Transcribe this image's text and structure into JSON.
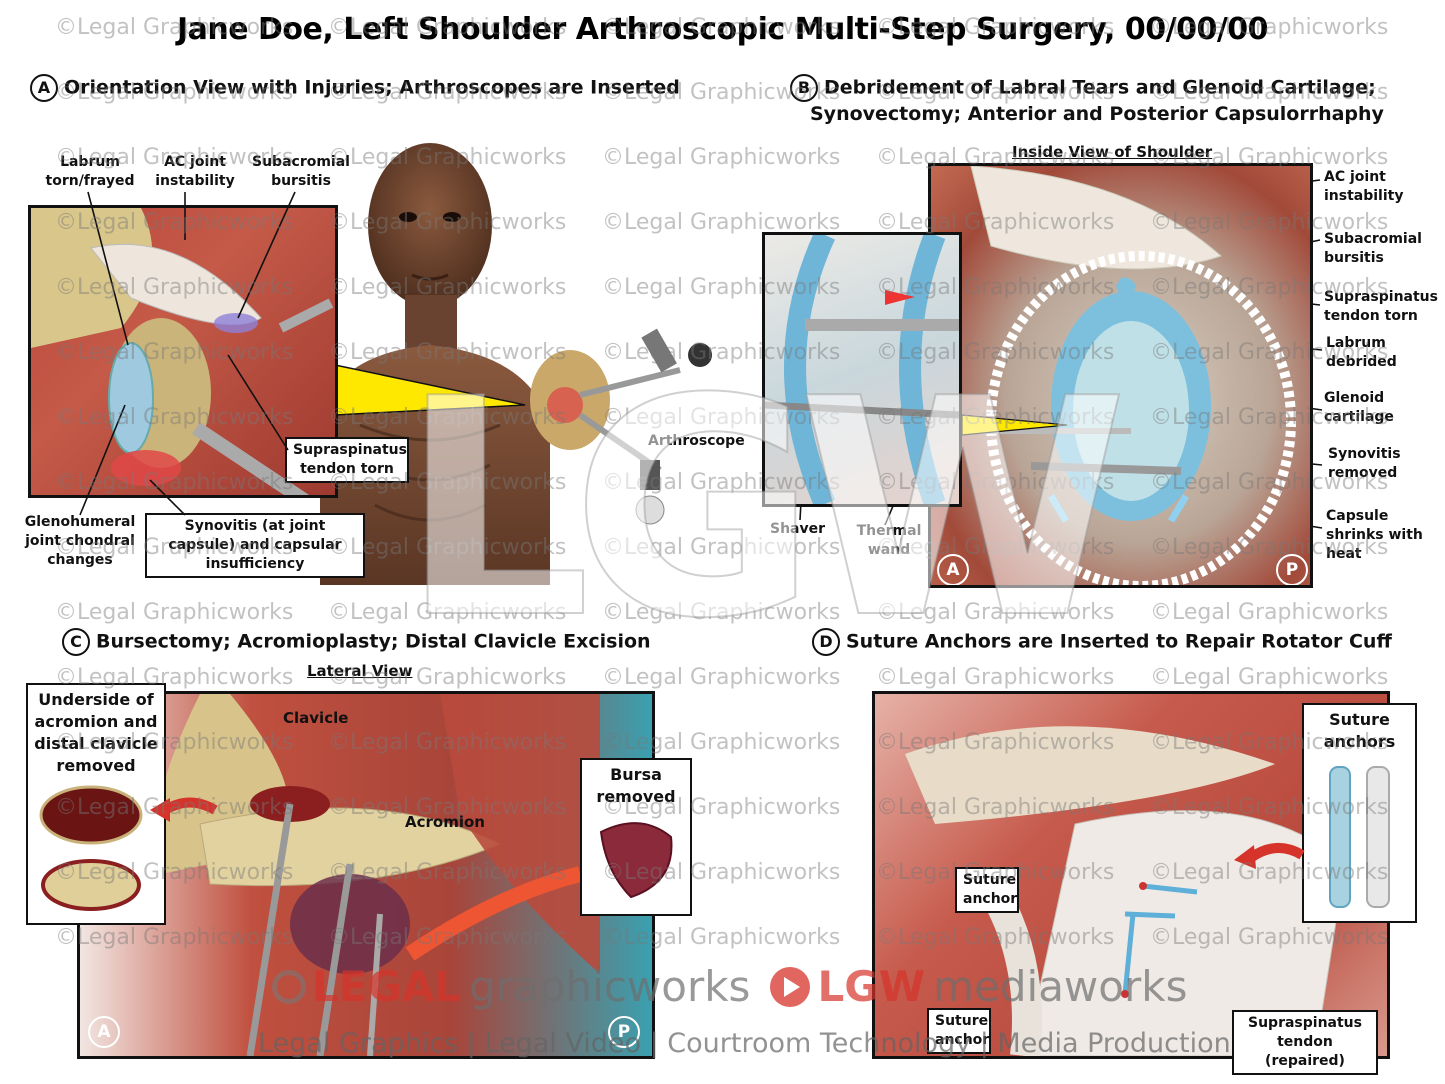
{
  "title": "Jane Doe, Left Shoulder Arthroscopic Multi-Step Surgery, 00/00/00",
  "watermark": "©Legal Graphicworks",
  "panels": {
    "a": {
      "letter": "A",
      "heading": "Orientation View with Injuries; Arthroscopes are Inserted",
      "labels": {
        "labrum": "Labrum torn/frayed",
        "ac": "AC joint instability",
        "subacromial": "Subacromial bursitis",
        "supraspinatus": "Supraspinatus tendon torn",
        "glenohumeral": "Glenohumeral joint chondral changes",
        "synovitis": "Synovitis (at joint capsule) and capsular insufficiency",
        "arthroscope": "Arthroscope"
      }
    },
    "b": {
      "letter": "B",
      "heading_line1": "Debridement of Labral Tears and Glenoid Cartilage;",
      "heading_line2": "Synovectomy; Anterior and Posterior Capsulorrhaphy",
      "subheading": "Inside View of Shoulder",
      "labels": {
        "ac": "AC joint instability",
        "subacromial": "Subacromial bursitis",
        "supraspinatus": "Supraspinatus tendon torn",
        "labrum": "Labrum debrided",
        "glenoid": "Glenoid cartilage",
        "synovitis": "Synovitis removed",
        "capsule": "Capsule shrinks with heat",
        "shaver": "Shaver",
        "thermal": "Thermal wand"
      },
      "marker_a": "A",
      "marker_p": "P"
    },
    "c": {
      "letter": "C",
      "heading": "Bursectomy; Acromioplasty; Distal Clavicle Excision",
      "subheading": "Lateral View",
      "labels": {
        "underside": "Underside of acromion and distal clavicle removed",
        "clavicle": "Clavicle",
        "acromion": "Acromion",
        "bursa": "Bursa removed"
      },
      "marker_a": "A",
      "marker_p": "P"
    },
    "d": {
      "letter": "D",
      "heading": "Suture Anchors are Inserted to Repair Rotator Cuff",
      "labels": {
        "anchors": "Suture anchors",
        "anchor1": "Suture anchor",
        "anchor2": "Suture anchor",
        "tendon": "Supraspinatus tendon (repaired)"
      }
    }
  },
  "logo": {
    "legal": "LEGAL",
    "graphicworks": "graphicworks",
    "lgw": "LGW",
    "mediaworks": "mediaworks",
    "tagline": "Legal Graphics | Legal Video | Courtroom Technology | Media Production",
    "big": "LGW"
  },
  "colors": {
    "muscle": "#b84a3a",
    "bone": "#d8c48a",
    "cartilage": "#8fc3d8",
    "callout": "#ffe800",
    "brand_red": "#d6332a"
  }
}
